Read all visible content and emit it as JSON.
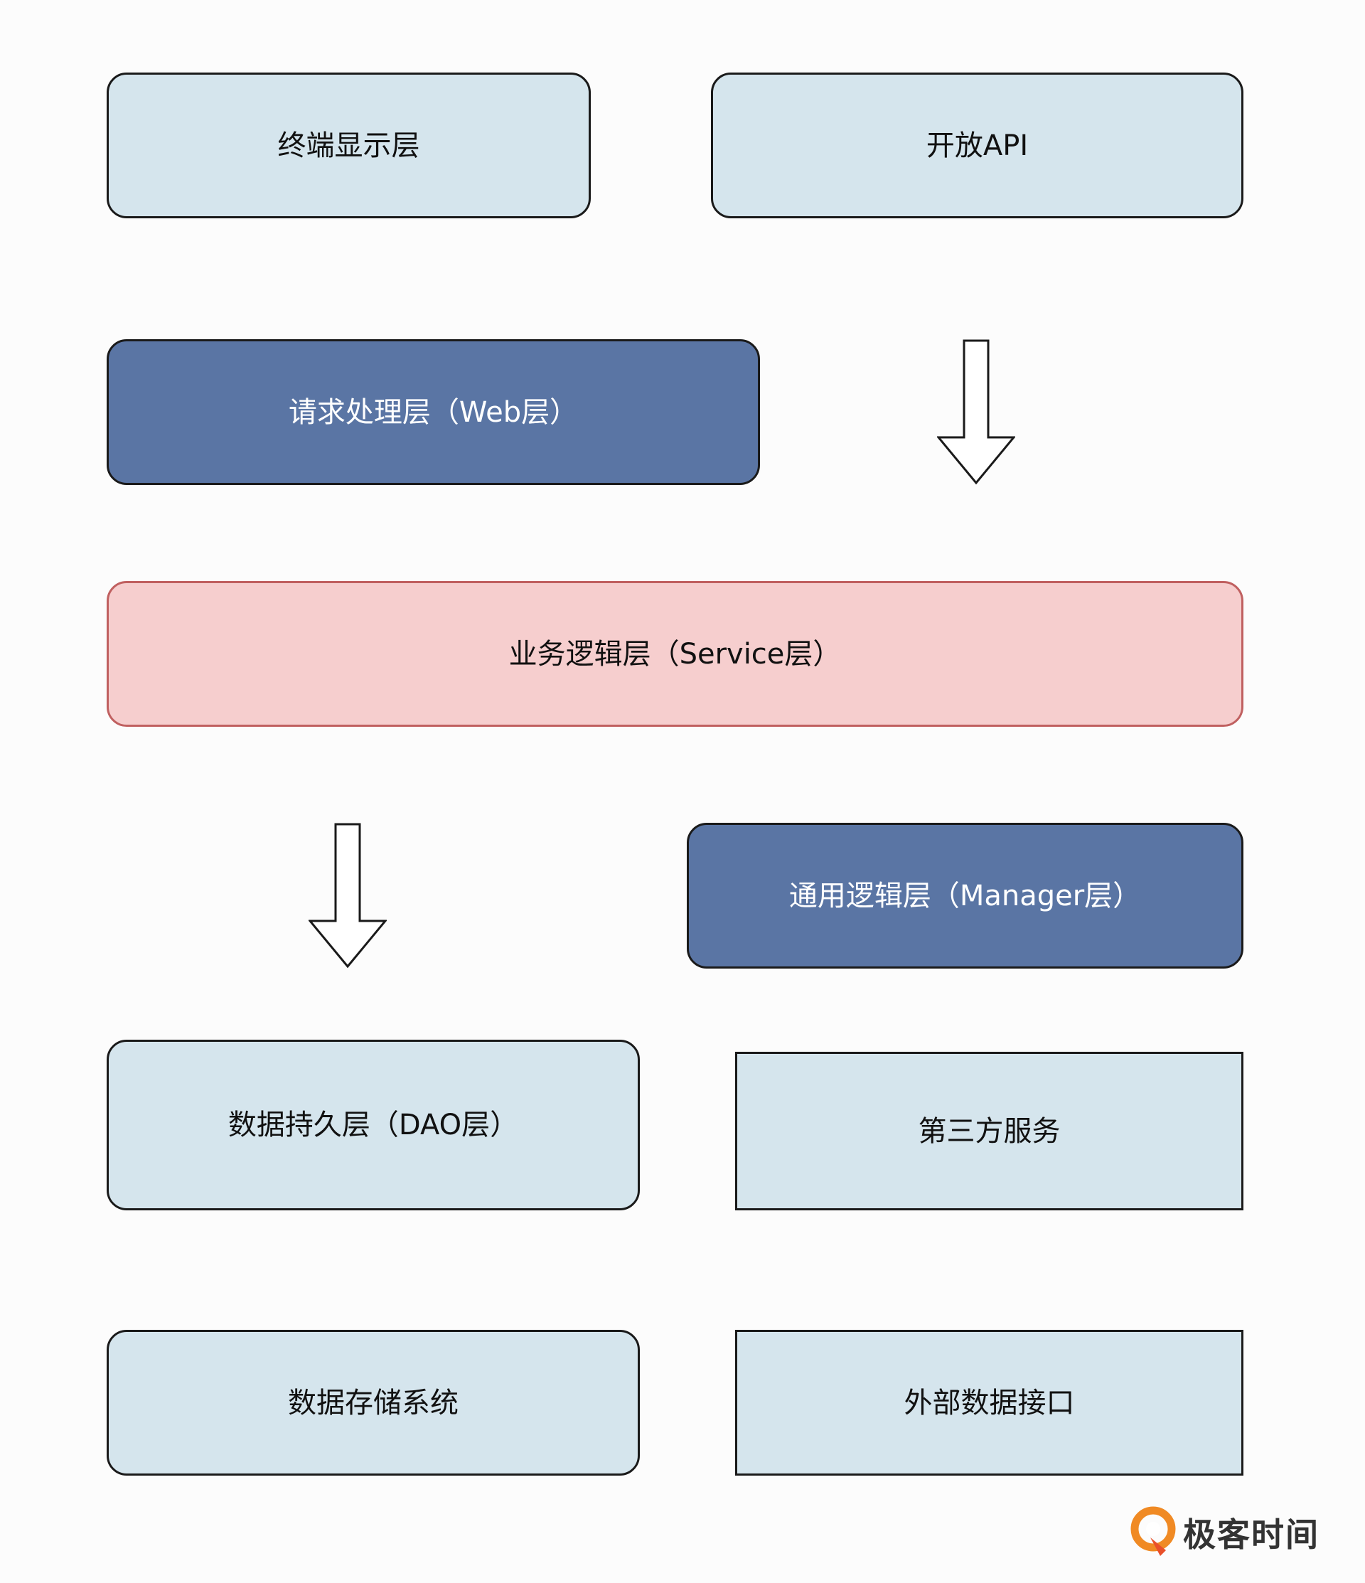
{
  "diagram": {
    "nodes": {
      "terminal_display": "终端显示层",
      "open_api": "开放API",
      "web_layer": "请求处理层（Web层）",
      "service_layer": "业务逻辑层（Service层）",
      "manager_layer": "通用逻辑层（Manager层）",
      "dao_layer": "数据持久层（DAO层）",
      "third_party": "第三方服务",
      "data_storage": "数据存储系统",
      "external_data": "外部数据接口"
    },
    "colors": {
      "light_box": "#d5e5ed",
      "dark_box": "#5a75a4",
      "pink_box": "#f6cece",
      "pink_border": "#c06060",
      "border": "#1a1a1a"
    }
  },
  "logo": {
    "icon": "geekbang-logo-icon",
    "text": "极客时间"
  }
}
